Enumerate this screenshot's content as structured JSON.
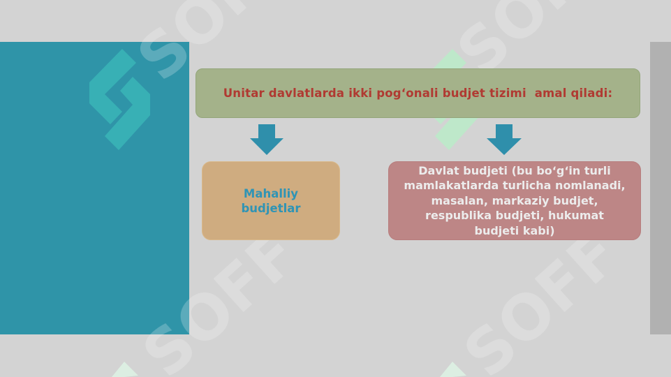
{
  "diagram": {
    "title": "Unitar davlatlarda ikki pog‘onali budjet tizimi  amal qiladi:",
    "left_box": "Mahalliy budjetlar",
    "right_box": "Davlat budjeti (bu bo‘g‘in turli mamlakatlarda turlicha nomlanadi, masalan, markaziy budjet, respublika budjeti, hukumat budjeti kabi)"
  },
  "watermark": {
    "text": "SOFF"
  },
  "colors": {
    "background": "#d3d3d3",
    "teal_panel": "#2f94a8",
    "title_box": "#a4b28a",
    "title_text": "#b03a32",
    "arrow": "#2f8fab",
    "left_box": "#cfac80",
    "left_box_text": "#2f94b5",
    "right_box": "#bd8686",
    "right_box_text": "#ececec",
    "right_strip": "#b1b1b1"
  }
}
